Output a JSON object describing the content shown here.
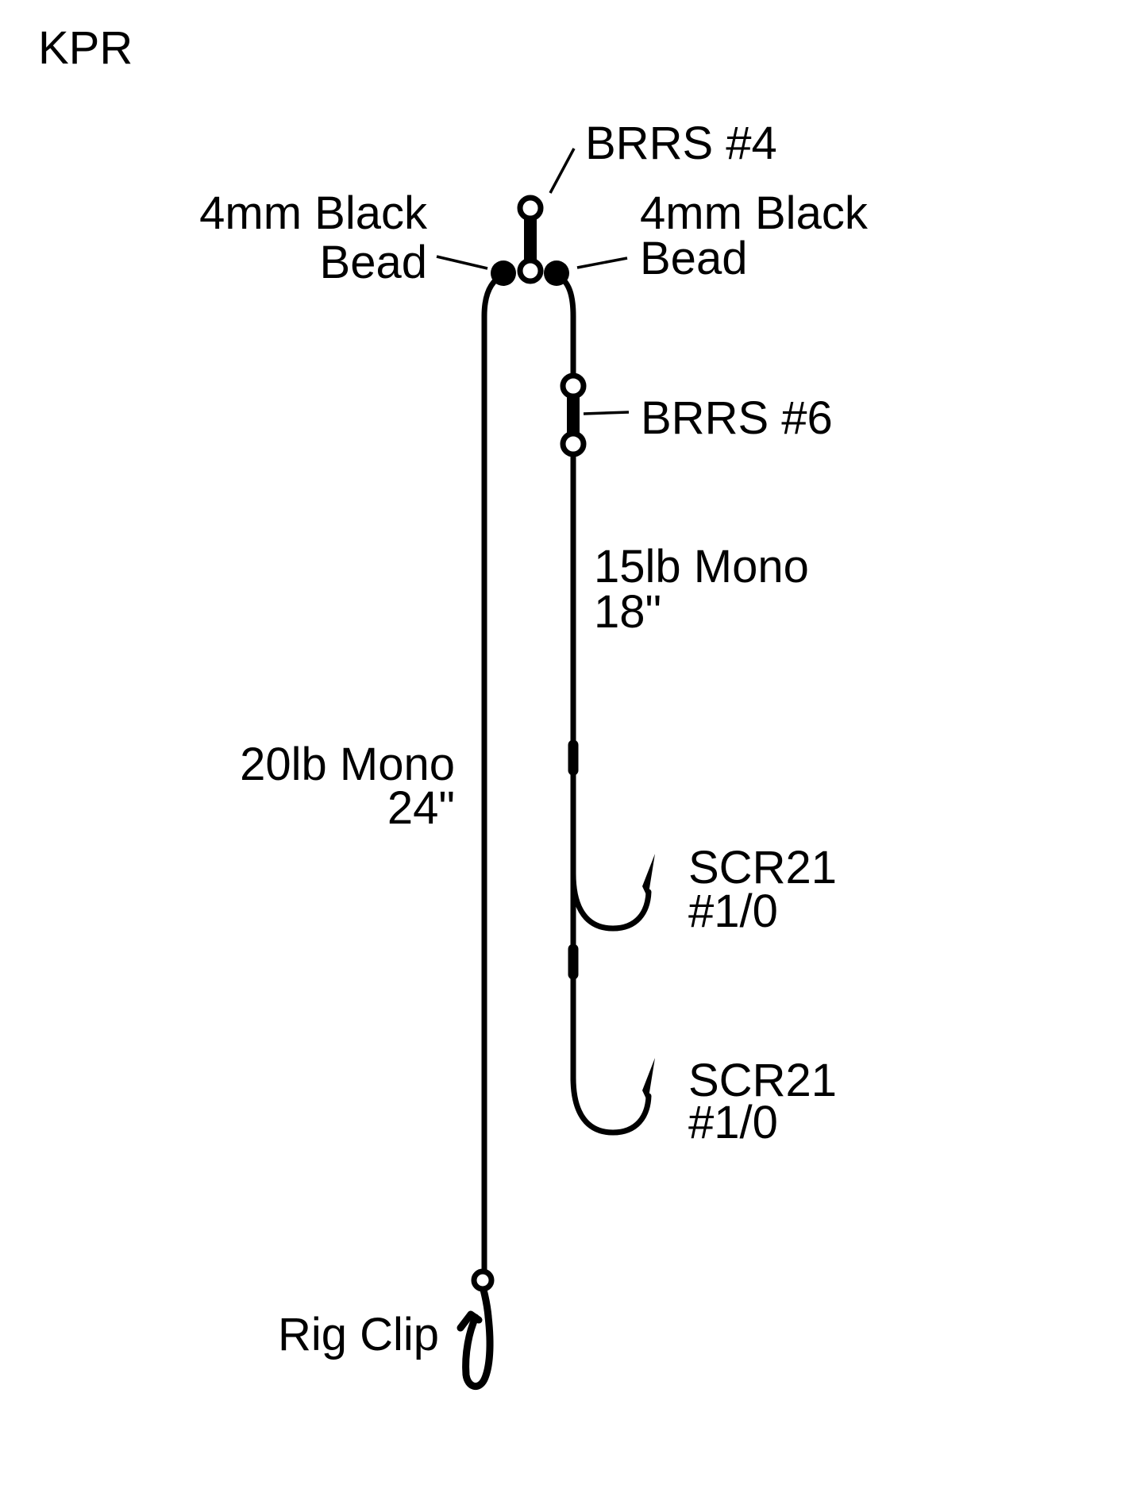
{
  "page": {
    "background_color": "#ffffff",
    "ink_color": "#000000"
  },
  "diagram": {
    "title": "KPR",
    "top_swivel": {
      "label": "BRRS #4"
    },
    "left_bead": {
      "label_line1": "4mm Black",
      "label_line2": "Bead"
    },
    "right_bead": {
      "label_line1": "4mm Black",
      "label_line2": "Bead"
    },
    "dropper_swivel": {
      "label": "BRRS #6"
    },
    "hook_snood": {
      "label_line1": "15lb Mono",
      "label_line2": "18\""
    },
    "main_line": {
      "label_line1": "20lb Mono",
      "label_line2": "24\""
    },
    "top_hook": {
      "label_line1": "SCR21",
      "label_line2": "#1/0"
    },
    "bottom_hook": {
      "label_line1": "SCR21",
      "label_line2": "#1/0"
    },
    "rig_clip": {
      "label": "Rig Clip"
    }
  }
}
